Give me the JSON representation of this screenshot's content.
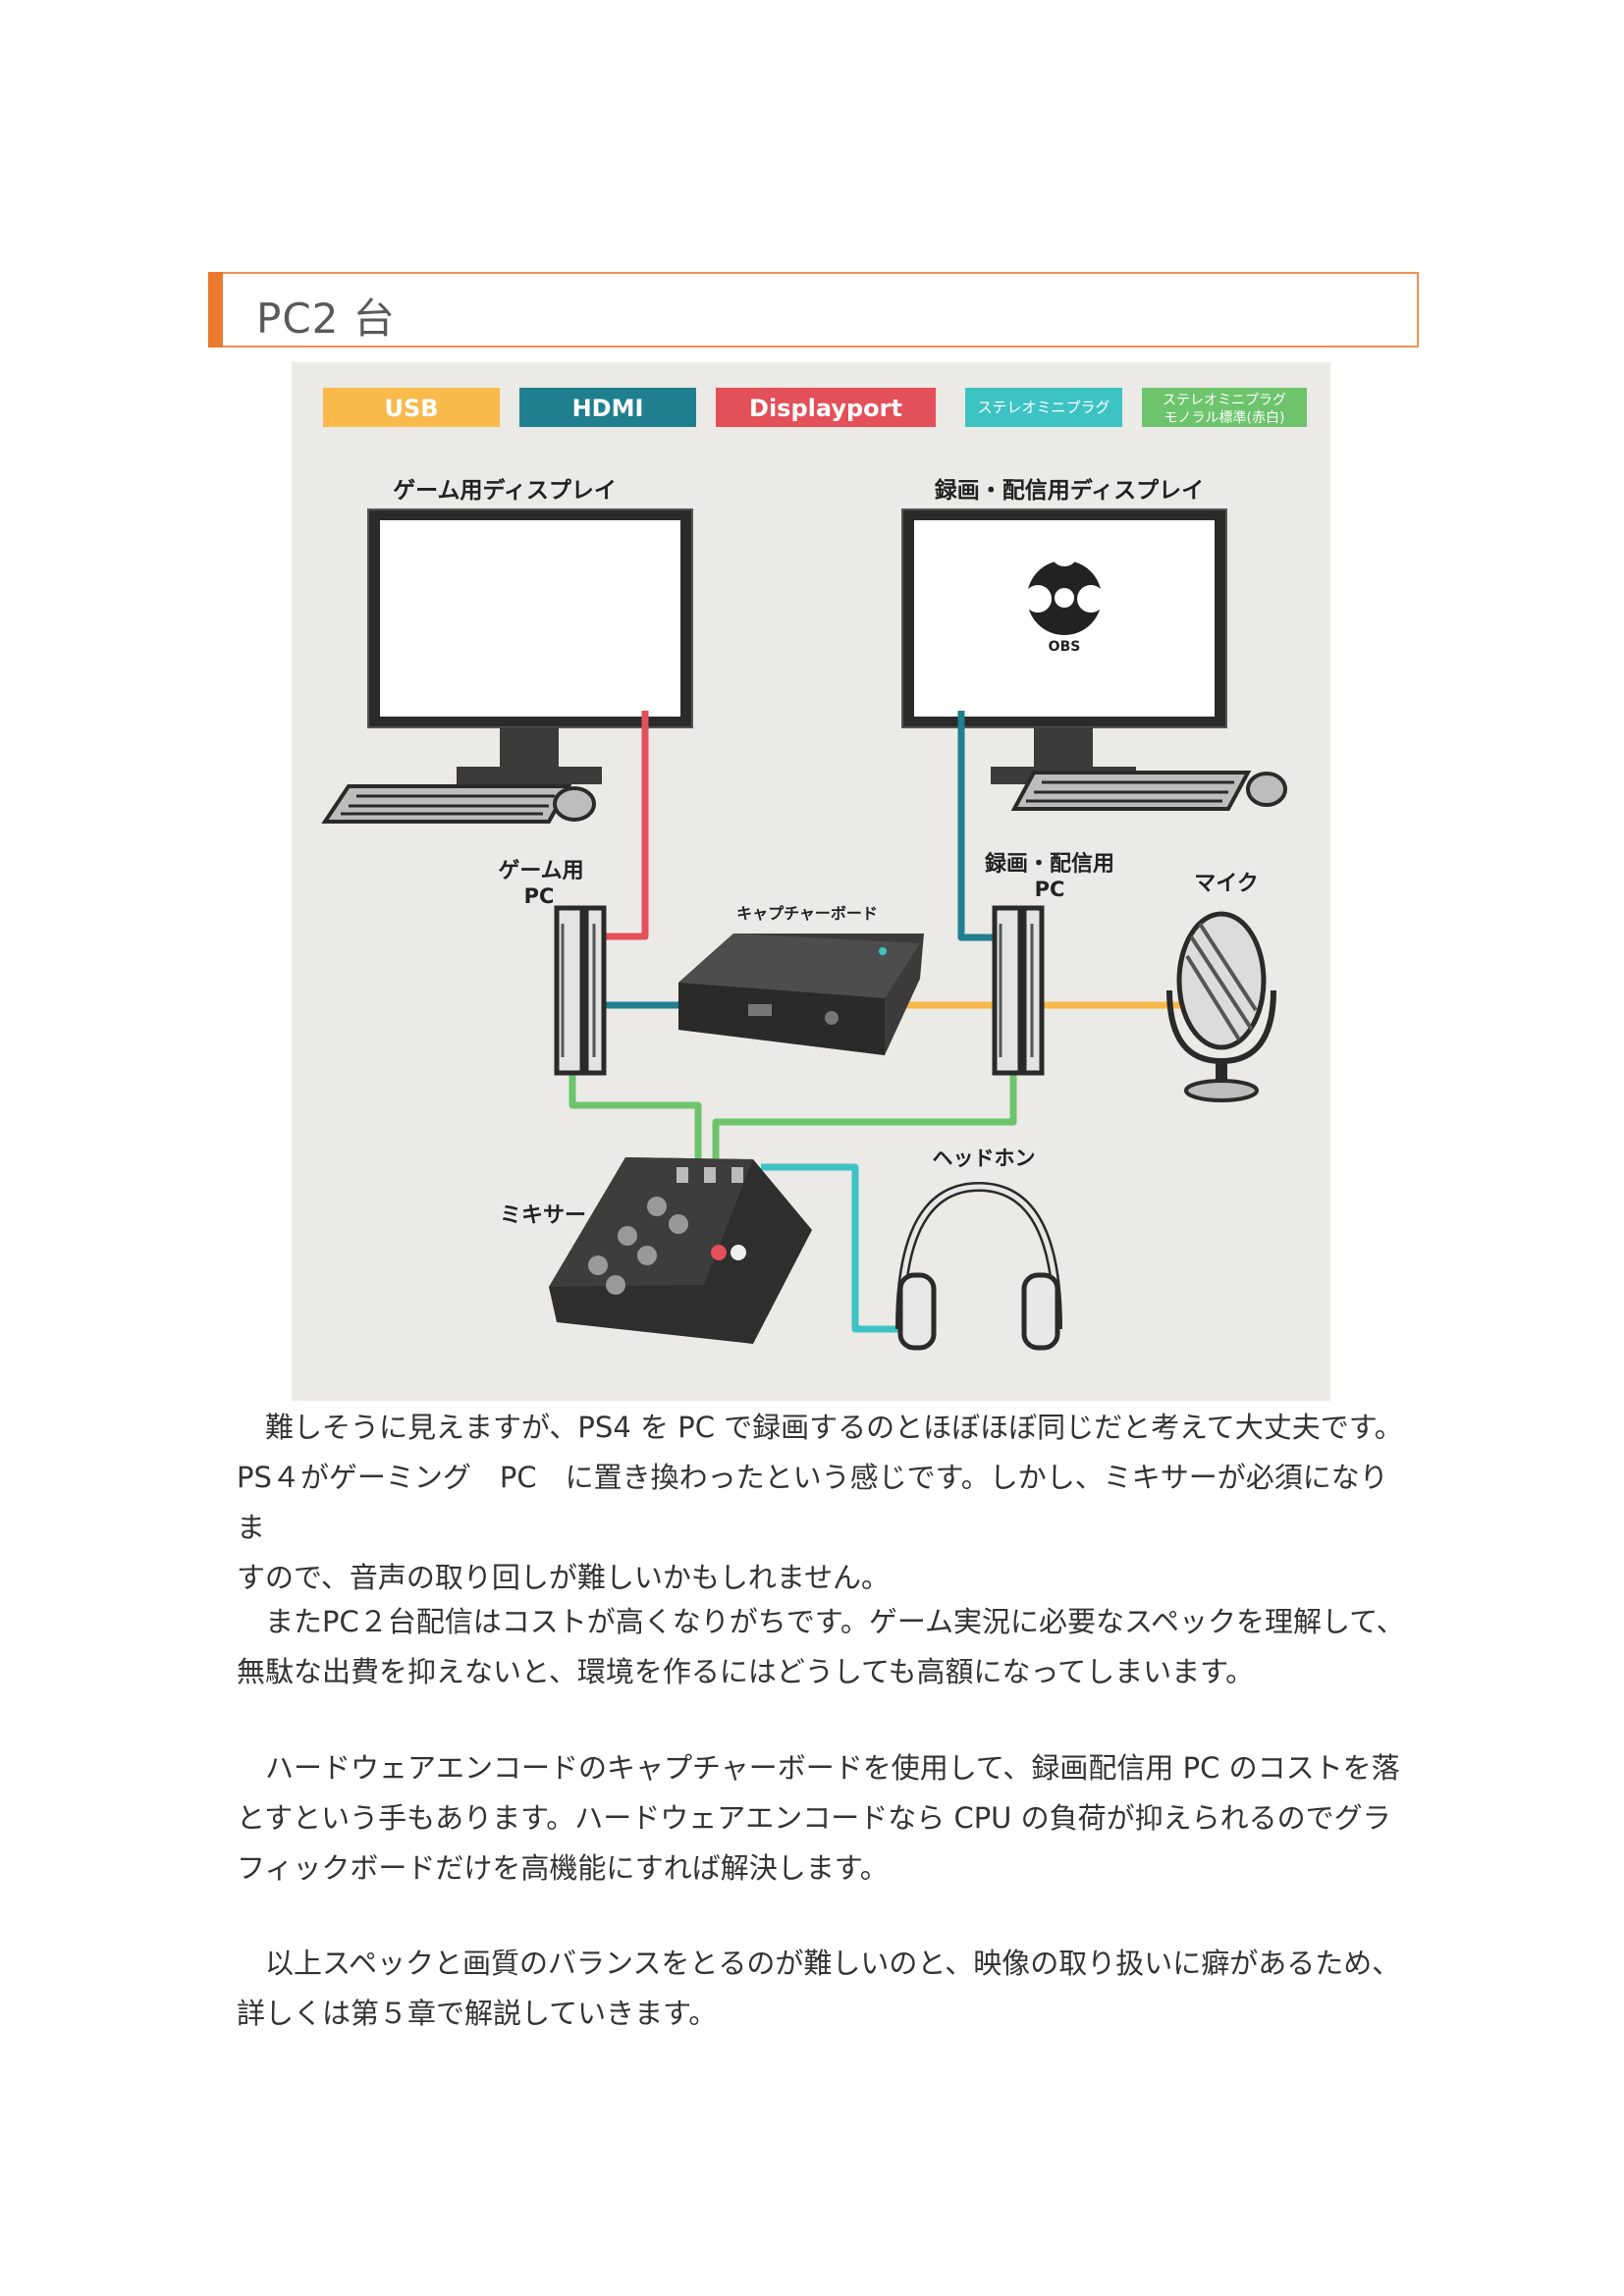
{
  "heading": {
    "title": "PC2 台"
  },
  "diagram": {
    "legend": [
      {
        "label": "USB",
        "color": "#f9b94b"
      },
      {
        "label": "HDMI",
        "color": "#1f7f8e"
      },
      {
        "label": "Displayport",
        "color": "#e35059"
      },
      {
        "label": "ステレオミニプラグ",
        "color": "#3ec3c4"
      },
      {
        "label": "ステレオミニプラグ",
        "color": "#6dc46d"
      }
    ],
    "legend_sub": "モノラル標準(赤白)",
    "game_display_label": "ゲーム用ディスプレイ",
    "record_display_label": "録画・配信用ディスプレイ",
    "obs_label": "OBS",
    "game_pc_label_1": "ゲーム用",
    "game_pc_label_2": "PC",
    "record_pc_label_1": "録画・配信用",
    "record_pc_label_2": "PC",
    "capture_label": "キャプチャーボード",
    "mic_label": "マイク",
    "headphone_label": "ヘッドホン",
    "mixer_label": "ミキサー"
  },
  "paragraphs": [
    [
      "　難しそうに見えますが、PS4 を PC で録画するのとほぼほぼ同じだと考えて大丈夫です。",
      "PS４がゲーミング　PC　に置き換わったという感じです。しかし、ミキサーが必須になりま",
      "すので、音声の取り回しが難しいかもしれません。"
    ],
    [
      "　またPC２台配信はコストが高くなりがちです。ゲーム実況に必要なスペックを理解して、",
      "無駄な出費を抑えないと、環境を作るにはどうしても高額になってしまいます。"
    ],
    [
      "　ハードウェアエンコードのキャプチャーボードを使用して、録画配信用 PC のコストを落",
      "とすという手もあります。ハードウェアエンコードなら CPU の負荷が抑えられるのでグラ",
      "フィックボードだけを高機能にすれば解決します。"
    ],
    [
      "　以上スペックと画質のバランスをとるのが難しいのと、映像の取り扱いに癖があるため、",
      "詳しくは第５章で解説していきます。"
    ]
  ]
}
